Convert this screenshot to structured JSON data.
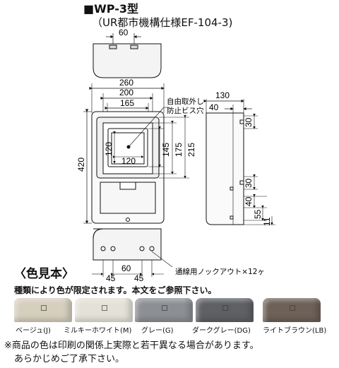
{
  "header": {
    "model": "■WP-3型",
    "spec": "（UR都市機構仕様EF-104-3)"
  },
  "dimensions": {
    "top_hole_spacing": "60",
    "width_outer": "260",
    "width_mid": "200",
    "width_inner": "165",
    "height_total": "420",
    "window_h1": "120",
    "window_w": "120",
    "window_h2": "145",
    "window_h3": "175",
    "window_h4": "215",
    "depth_total": "130",
    "depth_front": "40",
    "side_hole_top": "30",
    "side_hole_mid": "30",
    "side_40": "40",
    "side_55": "55",
    "side_11": "11",
    "bottom_45_left": "45",
    "bottom_60": "60",
    "bottom_45_right": "45"
  },
  "annotations": {
    "screw_hole_line1": "自由取外し",
    "screw_hole_line2": "防止ビス穴",
    "knockout": "通線用ノックアウト×12ヶ"
  },
  "swatches": {
    "title": "〈色見本〉",
    "subtitle": "種類により色が限定されます。本文をご参照下さい。",
    "items": [
      {
        "label": "ベージュ(J)",
        "color": "#d6cfbe"
      },
      {
        "label": "ミルキーホワイト(M)",
        "color": "#e4e2d8"
      },
      {
        "label": "グレー(G)",
        "color": "#8c8f94"
      },
      {
        "label": "ダークグレー(DG)",
        "color": "#5e6064"
      },
      {
        "label": "ライトブラウン(LB)",
        "color": "#6e6158"
      }
    ]
  },
  "footnote": {
    "line1": "※商品の色は印刷の関係上実際と若干異なる場合があります。",
    "line2": "あらかじめご了承下さい。"
  }
}
